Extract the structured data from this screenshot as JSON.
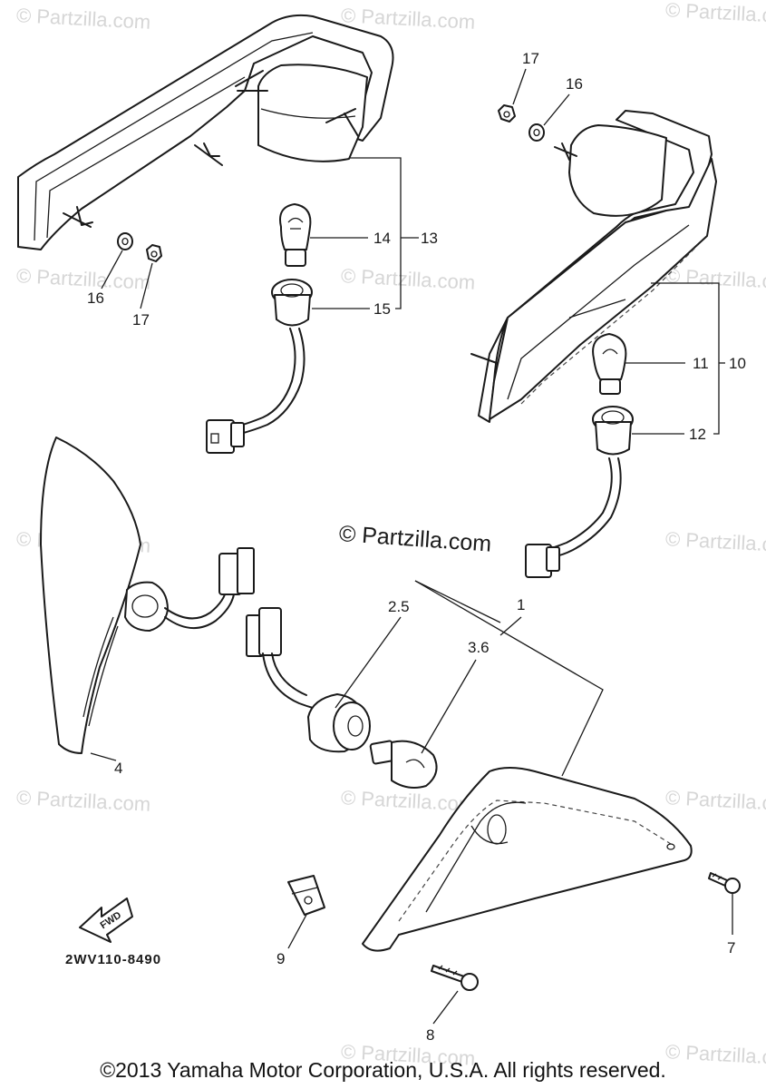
{
  "watermark": {
    "text": "© Partzilla.com",
    "center_text": "© Partzilla.com"
  },
  "callouts": {
    "p1": "1",
    "p2_5": "2.5",
    "p3_6": "3.6",
    "p4": "4",
    "p7": "7",
    "p8": "8",
    "p9": "9",
    "p10": "10",
    "p11": "11",
    "p12": "12",
    "p13": "13",
    "p14": "14",
    "p15": "15",
    "p16_left": "16",
    "p17_left": "17",
    "p16_right": "16",
    "p17_right": "17"
  },
  "arrow_label": "FWD",
  "diagram_code": "2WV110-8490",
  "copyright": "©2013 Yamaha Motor Corporation, U.S.A. All rights reserved.",
  "colors": {
    "line": "#1a1a1a",
    "watermark": "#d6d6d6",
    "background": "#ffffff"
  }
}
